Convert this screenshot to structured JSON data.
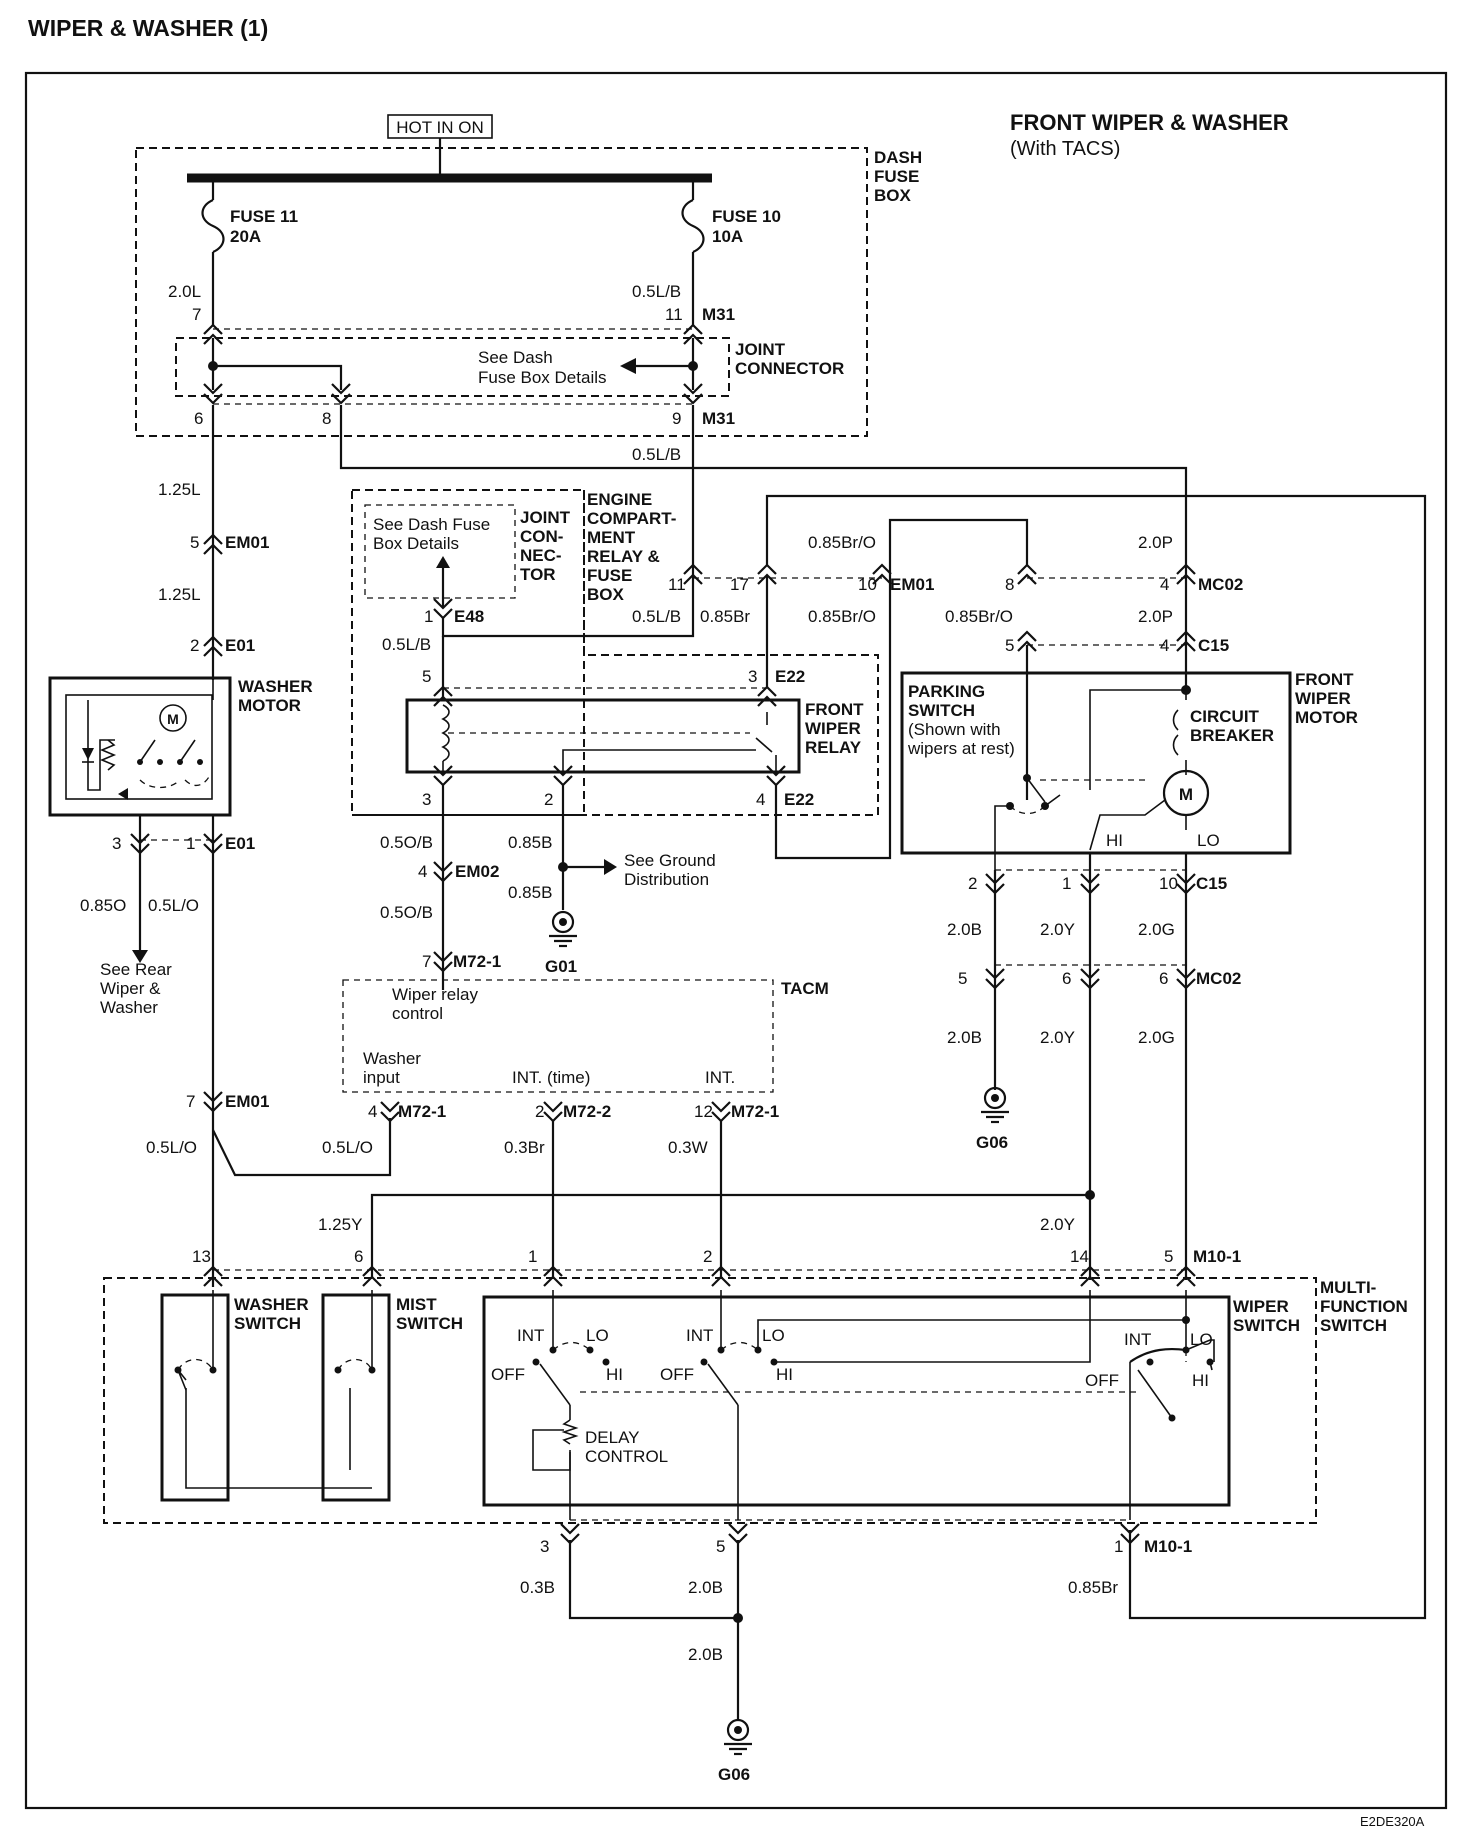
{
  "page": {
    "title": "WIPER & WASHER (1)",
    "section_title": "FRONT WIPER & WASHER",
    "section_subtitle": "(With TACS)",
    "figure_code": "E2DE320A",
    "hot_label": "HOT IN ON"
  },
  "components": {
    "dash_fuse_box": [
      "DASH",
      "FUSE",
      "BOX"
    ],
    "joint_connector": [
      "JOINT",
      "CONNECTOR"
    ],
    "fuse11": [
      "FUSE 11",
      "20A"
    ],
    "fuse10": [
      "FUSE 10",
      "10A"
    ],
    "see_dash_details_1": [
      "See Dash",
      "Fuse Box Details"
    ],
    "see_dash_details_2": [
      "See Dash Fuse",
      "Box Details"
    ],
    "joint_con_nec_tor": [
      "JOINT",
      "CON-",
      "NEC-",
      "TOR"
    ],
    "engine_compartment": [
      "ENGINE",
      "COMPART-",
      "MENT",
      "RELAY &",
      "FUSE",
      "BOX"
    ],
    "washer_motor": [
      "WASHER",
      "MOTOR"
    ],
    "front_wiper_relay": [
      "FRONT",
      "WIPER",
      "RELAY"
    ],
    "front_wiper_motor": [
      "FRONT",
      "WIPER",
      "MOTOR"
    ],
    "parking_switch": [
      "PARKING",
      "SWITCH",
      "(Shown with",
      "wipers at rest)"
    ],
    "circuit_breaker": [
      "CIRCUIT",
      "BREAKER"
    ],
    "motor_symbol": "M",
    "see_ground": [
      "See Ground",
      "Distribution"
    ],
    "see_rear": [
      "See Rear",
      "Wiper &",
      "Washer"
    ],
    "tacm": "TACM",
    "wiper_relay_control": [
      "Wiper relay",
      "control"
    ],
    "washer_input": [
      "Washer",
      "input"
    ],
    "int_time": "INT. (time)",
    "int_dot": "INT.",
    "washer_switch": [
      "WASHER",
      "SWITCH"
    ],
    "mist_switch": [
      "MIST",
      "SWITCH"
    ],
    "wiper_switch": [
      "WIPER",
      "SWITCH"
    ],
    "multi_function_switch": [
      "MULTI-",
      "FUNCTION",
      "SWITCH"
    ],
    "delay_control": [
      "DELAY",
      "CONTROL"
    ],
    "motor_hi": "HI",
    "motor_lo": "LO",
    "grounds": [
      "G01",
      "G06",
      "G06"
    ]
  },
  "switch_positions": [
    "INT",
    "LO",
    "OFF",
    "HI"
  ],
  "connectors": [
    "M31",
    "EM01",
    "E01",
    "E48",
    "E22",
    "EM02",
    "M72-1",
    "M72-2",
    "MC02",
    "C15",
    "M10-1"
  ],
  "wires": [
    "2.0L",
    "0.5L/B",
    "1.25L",
    "0.5L/B",
    "0.85Br/O",
    "2.0P",
    "0.85Br",
    "0.85Br/O",
    "0.85Br/O",
    "2.0P",
    "0.5L/B",
    "0.85O",
    "0.5L/O",
    "0.5O/B",
    "0.85B",
    "0.5O/B",
    "0.85B",
    "2.0B",
    "2.0Y",
    "2.0G",
    "2.0B",
    "2.0Y",
    "2.0G",
    "0.5L/O",
    "0.5L/O",
    "0.3Br",
    "0.3W",
    "1.25Y",
    "2.0Y",
    "0.3B",
    "2.0B",
    "0.85Br",
    "2.0B",
    "1.25L"
  ],
  "pins": [
    "7",
    "11",
    "6",
    "8",
    "9",
    "5",
    "2",
    "3",
    "1",
    "1",
    "5",
    "3",
    "2",
    "4",
    "4",
    "7",
    "11",
    "17",
    "10",
    "8",
    "4",
    "5",
    "4",
    "1",
    "3",
    "2",
    "1",
    "10",
    "5",
    "6",
    "6",
    "5",
    "2",
    "12",
    "7",
    "4",
    "13",
    "6",
    "1",
    "2",
    "14",
    "5",
    "3"
  ]
}
